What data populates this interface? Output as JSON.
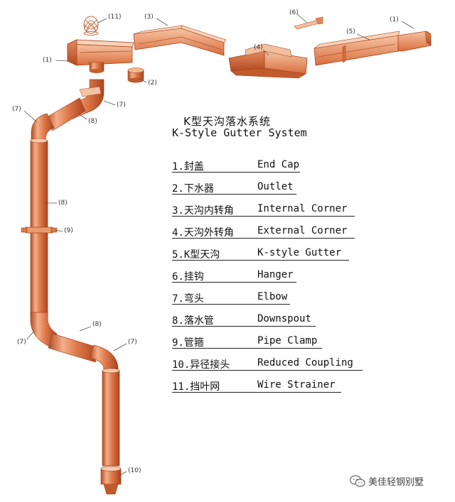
{
  "title_cn": "K型天沟落水系统",
  "title_en": "K-Style Gutter System",
  "legend": [
    {
      "cn": "1.封盖",
      "en": "End Cap",
      "ulen": 180
    },
    {
      "cn": "2.下水器",
      "en": "Outlet",
      "ulen": 175
    },
    {
      "cn": "3.天沟内转角",
      "en": "Internal Corner",
      "ulen": 257
    },
    {
      "cn": "4.天沟外转角",
      "en": "External Corner",
      "ulen": 257
    },
    {
      "cn": "5.K型天沟",
      "en": "K-style Gutter",
      "ulen": 249
    },
    {
      "cn": "6.挂钩",
      "en": "Hanger",
      "ulen": 175
    },
    {
      "cn": "7.弯头",
      "en": "Elbow",
      "ulen": 166
    },
    {
      "cn": "8.落水管",
      "en": "Downspout",
      "ulen": 202
    },
    {
      "cn": "9.管箍",
      "en": "Pipe Clamp",
      "ulen": 211
    },
    {
      "cn": "10.异径接头",
      "en": "Reduced Coupling",
      "ulen": 268
    },
    {
      "cn": "11.挡叶网",
      "en": "Wire Strainer",
      "ulen": 238
    }
  ],
  "callouts": {
    "c11": "(11)",
    "c3": "(3)",
    "c6": "(6)",
    "c1_right": "(1)",
    "c5": "(5)",
    "c4": "(4)",
    "c1_left": "(1)",
    "c2": "(2)",
    "c7_top": "(7)",
    "c7_left": "(7)",
    "c8_upper": "(8)",
    "c8_pipe": "(8)",
    "c9": "(9)",
    "c7_lower_left": "(7)",
    "c8_lower": "(8)",
    "c7_lower_right": "(7)",
    "c10": "(10)"
  },
  "watermark": "美佳轻钢别墅",
  "colors": {
    "copper_light": "#f4b48f",
    "copper_mid": "#e0784a",
    "copper_dark": "#b44a22",
    "text": "#111111"
  }
}
